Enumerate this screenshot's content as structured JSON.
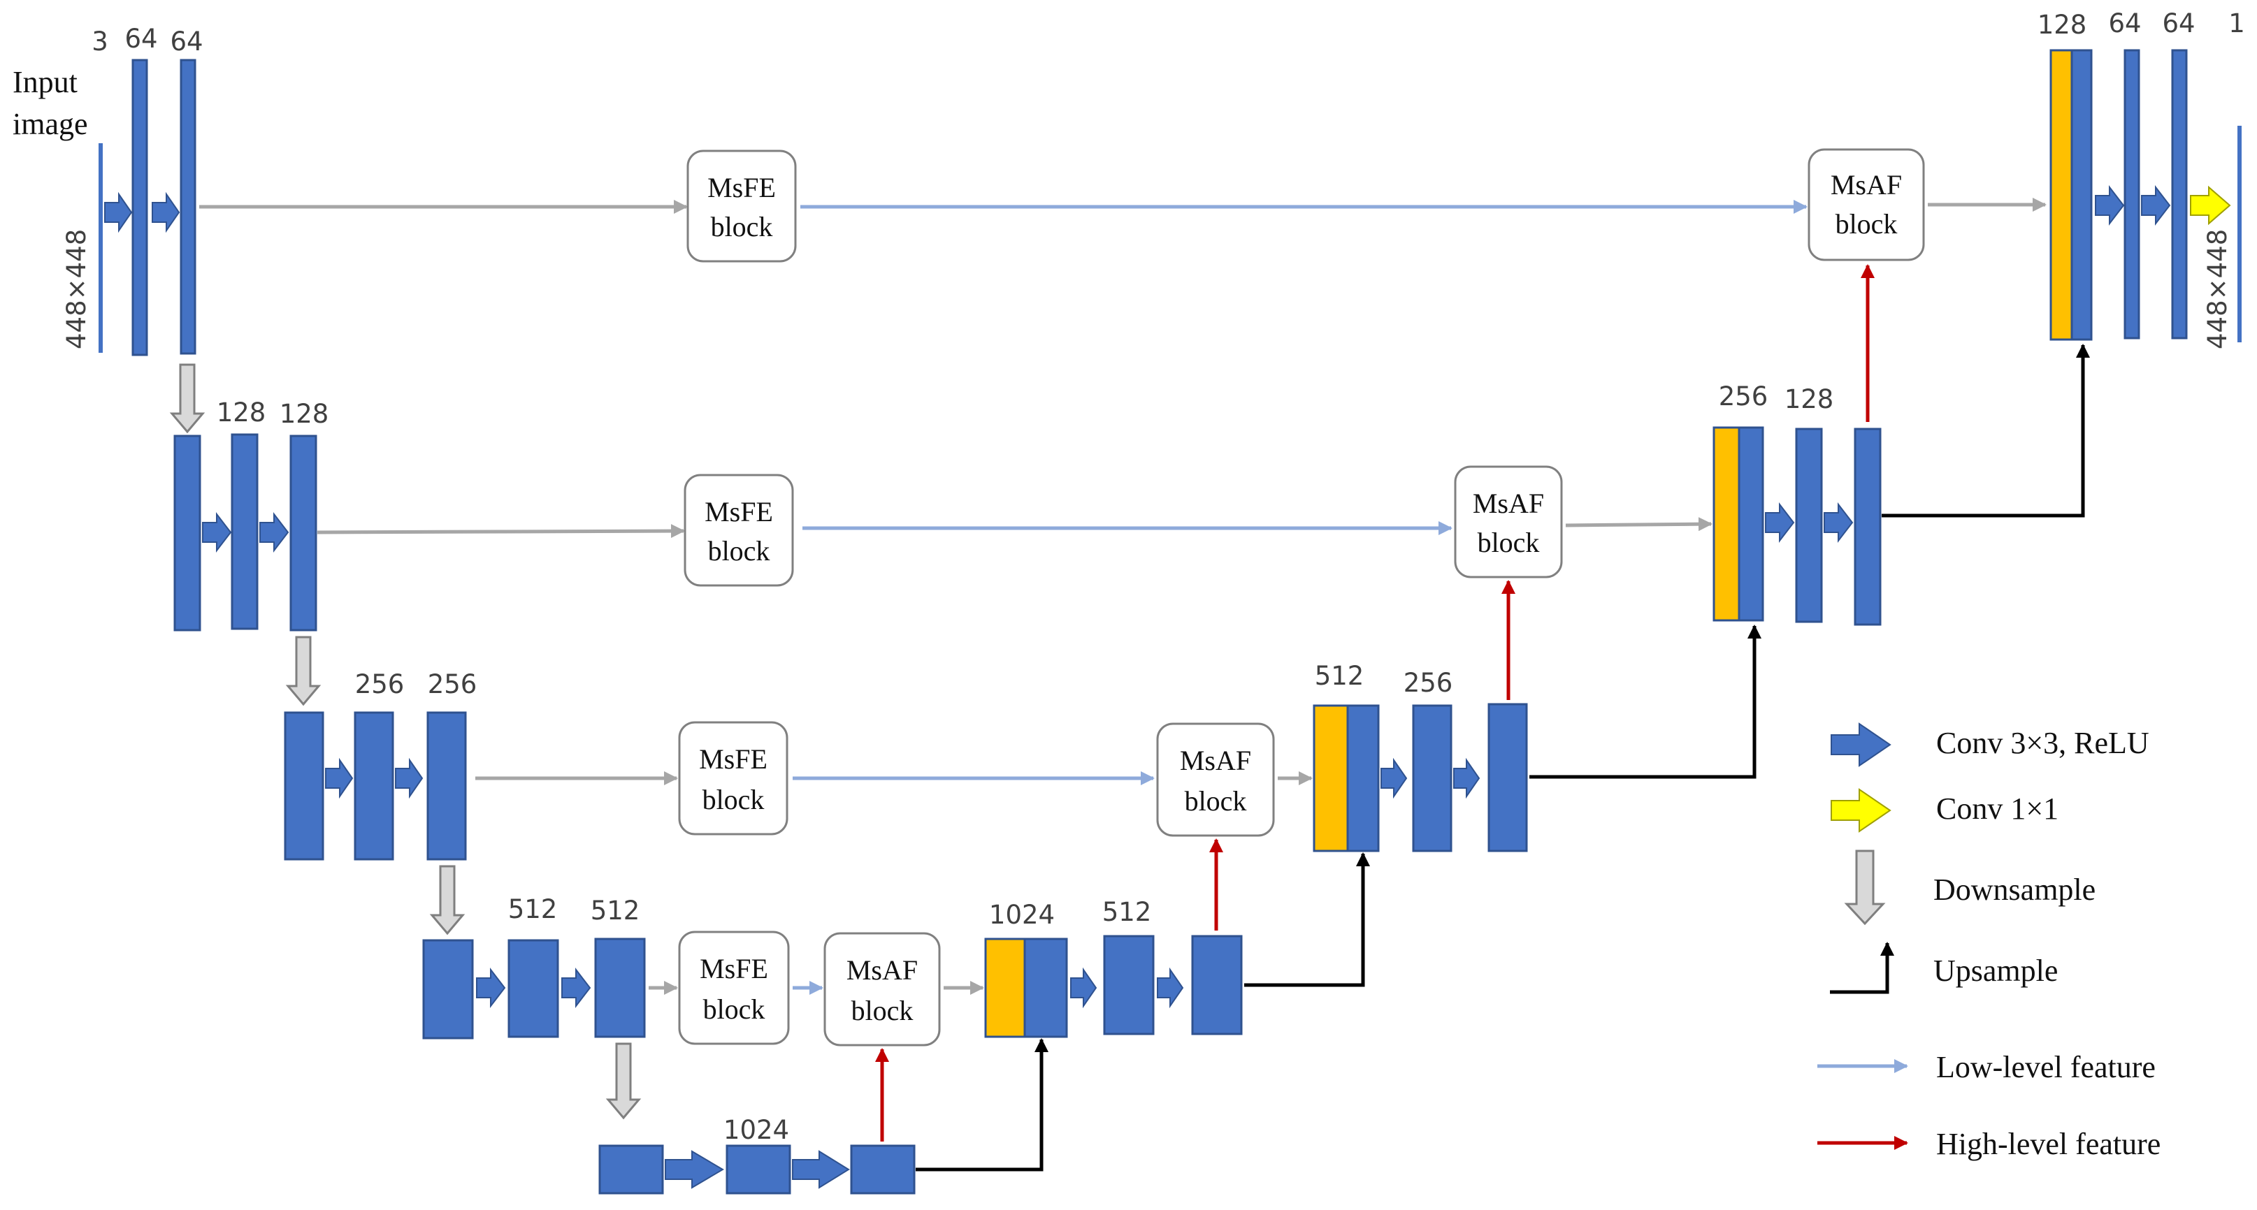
{
  "input": {
    "line1": "Input",
    "line2": "image",
    "size": "448×448"
  },
  "output": {
    "size": "448×448"
  },
  "channels": {
    "in3": "3",
    "e1a": "64",
    "e1b": "64",
    "e2a": "128",
    "e2b": "128",
    "e3a": "256",
    "e3b": "256",
    "e4a": "512",
    "e4b": "512",
    "bott": "1024",
    "d4cat": "1024",
    "d4out": "512",
    "d3cat": "512",
    "d3out": "256",
    "d2cat": "256",
    "d2out": "128",
    "d1cat": "128",
    "d1a": "64",
    "d1b": "64",
    "out": "1"
  },
  "blocks": {
    "msfe_line1": "MsFE",
    "msaf_line1": "MsAF",
    "line2": "block"
  },
  "legend": {
    "conv3": "Conv  3×3, ReLU",
    "conv1": "Conv  1×1",
    "down": "Downsample",
    "up": "Upsample",
    "low": "Low-level  feature",
    "high": "High-level  feature"
  },
  "colors": {
    "conv_block": "#4472c4",
    "concat_block": "#ffc000",
    "low_level_arrow": "#8eaadb",
    "high_level_arrow": "#c00000",
    "skip_arrow": "#a6a6a6",
    "upsample_arrow": "#000000",
    "conv1x1_arrow": "#ffff00"
  }
}
